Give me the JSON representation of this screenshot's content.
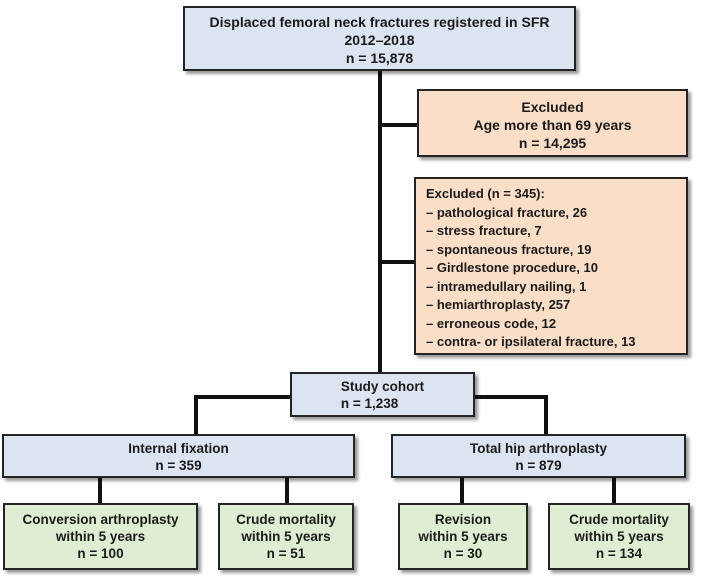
{
  "colors": {
    "box_blue": "#dde4f1",
    "box_peach": "#fadec7",
    "box_green": "#dfeed3",
    "border": "#242424",
    "line": "#111111",
    "text": "#1a1a1a"
  },
  "boxes": {
    "registered": {
      "lines": [
        "Displaced femoral neck fractures registered in SFR",
        "2012–2018",
        "n = 15,878"
      ]
    },
    "excluded_age": {
      "lines": [
        "Excluded",
        "Age more than 69 years",
        "n = 14,295"
      ]
    },
    "excluded_reasons": {
      "title": "Excluded (n = 345):",
      "items": [
        "– pathological fracture, 26",
        "– stress fracture, 7",
        "– spontaneous fracture, 19",
        "– Girdlestone procedure, 10",
        "– intramedullary nailing, 1",
        "– hemiarthroplasty, 257",
        "– erroneous code, 12",
        "– contra- or ipsilateral fracture, 13"
      ]
    },
    "study_cohort": {
      "lines": [
        "Study cohort",
        "n = 1,238"
      ]
    },
    "internal_fixation": {
      "lines": [
        "Internal fixation",
        "n = 359"
      ]
    },
    "total_hip_arthroplasty": {
      "lines": [
        "Total hip arthroplasty",
        "n = 879"
      ]
    },
    "conversion_arthroplasty": {
      "lines": [
        "Conversion arthroplasty",
        "within 5 years",
        "n = 100"
      ]
    },
    "crude_mortality_if": {
      "lines": [
        "Crude mortality",
        "within 5 years",
        "n = 51"
      ]
    },
    "revision": {
      "lines": [
        "Revision",
        "within 5 years",
        "n = 30"
      ]
    },
    "crude_mortality_tha": {
      "lines": [
        "Crude mortality",
        "within 5 years",
        "n = 134"
      ]
    }
  }
}
